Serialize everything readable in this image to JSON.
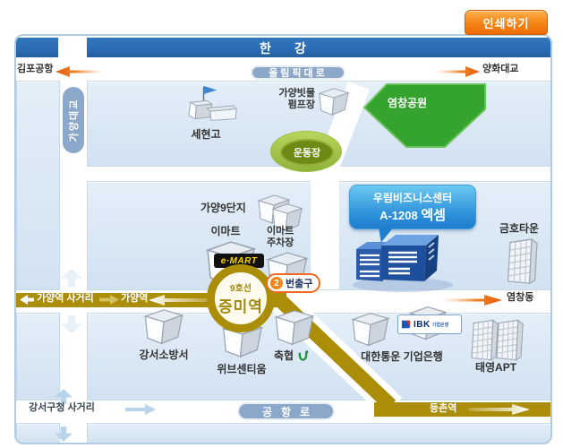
{
  "header": {
    "print": "인쇄하기"
  },
  "river": {
    "name": "한강"
  },
  "roads": {
    "olympic": "올림픽대로",
    "gimpo": "김포공항",
    "yanghwa": "양화대교",
    "gayang_bridge": "가양대교",
    "gayang_cross": "가양역 사거리",
    "gayang_st": "가양역",
    "yeomchang_dong": "염창동",
    "gangseo_cross": "강서구청 사거리",
    "airport": "공항로",
    "deungchon": "등촌역"
  },
  "station": {
    "line": "9호선",
    "name": "증미역",
    "exit_no": "2",
    "exit_label": "번출구"
  },
  "places": {
    "sehyun": "세현고",
    "pump_l1": "가양빗물",
    "pump_l2": "펌프장",
    "playground": "운동장",
    "park": "염창공원",
    "gayang9": "가양9단지",
    "emart": "이마트",
    "emart_logo": "e·MART",
    "parking_l1": "이마트",
    "parking_l2": "주차장",
    "callout_l1": "우림비즈니스센터",
    "callout_l2a": "A-1208",
    "callout_l2b": "엑셈",
    "kumho": "금호타운",
    "fire": "강서소방서",
    "weve": "위브센티움",
    "chukhyup": "축협",
    "daehan_ibk": "대한통운 기업은행",
    "ibk": "IBK",
    "ibk_sub": "기업은행",
    "taeyoung": "태영APT"
  },
  "colors": {
    "road_gold": "#ac8d07",
    "accent_orange": "#ee7b1c",
    "river_blue": "#2a6cb3",
    "park_green": "#35a42e",
    "pill_blue": "#8ba8ca"
  }
}
